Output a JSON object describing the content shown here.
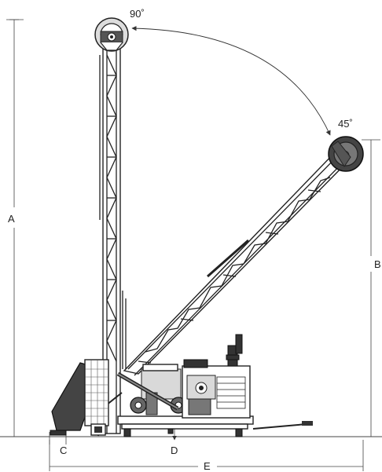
{
  "angles": {
    "vertical": "90˚",
    "inclined": "45˚"
  },
  "dimensions": {
    "a": "A",
    "b": "B",
    "c": "C",
    "d": "D",
    "e": "E"
  },
  "icons": {
    "crown_sheave": "pulley-icon",
    "angle_arc": "arc-arrow-icon"
  },
  "colors": {
    "line": "#222222",
    "fill_dark": "#333333",
    "fill_mid": "#777777",
    "fill_light": "#d9d9d9"
  }
}
